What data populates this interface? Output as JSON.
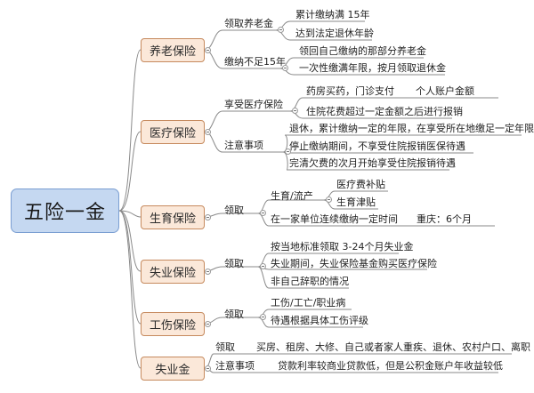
{
  "root": {
    "label": "五险一金"
  },
  "categories": [
    {
      "label": "养老保险"
    },
    {
      "label": "医疗保险"
    },
    {
      "label": "生育保险"
    },
    {
      "label": "失业保险"
    },
    {
      "label": "工伤保险"
    },
    {
      "label": "失业金"
    }
  ],
  "pension": {
    "receive": "领取养老金",
    "receive_items": [
      "累计缴纳满 15年",
      "达到法定退休年龄"
    ],
    "short": "缴纳不足15年",
    "short_items": [
      "领回自己缴纳的那部分养老金",
      "一次性缴满年限，按月领取退休金"
    ]
  },
  "medical": {
    "enjoy": "享受医疗保险",
    "enjoy_a": "药房买药，门诊支付",
    "enjoy_a_sub": "个人账户金额",
    "enjoy_b": "住院花费超过一定金额之后进行报销",
    "notes": "注意事项",
    "notes_items": [
      "退休，累计缴纳一定的年限，在享受所在地缴足一定年限",
      "停止缴纳期间，不享受住院报销医保待遇",
      "完清欠费的次月开始享受住院报销待遇"
    ]
  },
  "maternity": {
    "receive": "领取",
    "birth": "生育/流产",
    "birth_items": [
      "医疗费补贴",
      "生育津贴"
    ],
    "continuous": "在一家单位连续缴纳一定时间",
    "continuous_note": "重庆：6个月"
  },
  "unemployment_ins": {
    "receive": "领取",
    "items": [
      "按当地标准领取 3-24个月失业金",
      "失业期间，失业保险基金购买医疗保险",
      "非自己辞职的情况"
    ]
  },
  "injury": {
    "receive": "领取",
    "items": [
      "工伤/工亡/职业病",
      "待遇根据具体工伤评级"
    ]
  },
  "fund": {
    "receive": "领取",
    "receive_items": "买房、租房、大修、自己或者家人重疾、退休、农村户口、离职",
    "notes": "注意事项",
    "notes_items": "贷款利率较商业贷款低，但是公积金账户年收益较低"
  },
  "colors": {
    "line": "#8a8a8a",
    "root_fill": "#c5d8f1",
    "cat_fill": "#fbe8d9",
    "cat_border": "#c68a5e"
  }
}
